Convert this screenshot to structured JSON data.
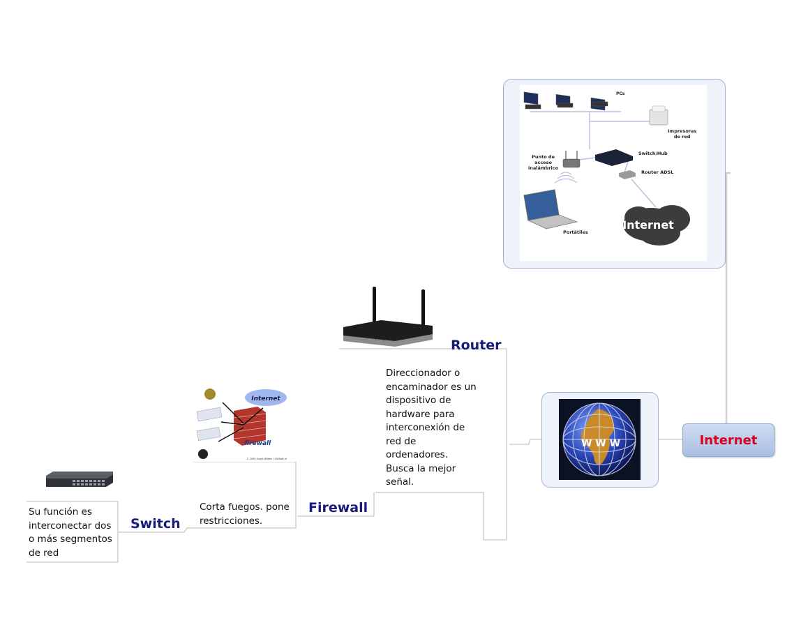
{
  "central_topic": {
    "label": "Internet"
  },
  "topics": {
    "router": {
      "label": "Router",
      "description_lines": [
        "Direccionador o",
        "encaminador es un",
        "dispositivo de",
        "hardware para",
        "interconexión de",
        "red de",
        "ordenadores.",
        "Busca la mejor",
        "señal."
      ]
    },
    "firewall": {
      "label": "Firewall",
      "description_lines": [
        "Corta fuegos. pone",
        "restricciones."
      ]
    },
    "switch": {
      "label": "Switch",
      "description_lines": [
        "Su función es",
        "interconectar dos",
        "o más segmentos",
        "de red"
      ]
    }
  },
  "network_diagram_labels": {
    "pcs": "PCs",
    "printers": [
      "Impresoras",
      "de red"
    ],
    "switch_hub": "Switch/Hub",
    "access_point": [
      "Punto de",
      "acceso",
      "inalámbrico"
    ],
    "router_adsl": "Router ADSL",
    "laptops": "Portátiles",
    "internet": "Internet"
  },
  "globe_image": {
    "text": "W W W"
  },
  "firewall_image": {
    "cloud_text": "Internet",
    "wall_text": "firewall",
    "credit": "© 2005 Geert Wilken / GWSoft.nl"
  },
  "colors": {
    "central_topic_text": "#d8001c",
    "topic_text": "#1a1a7a",
    "connector": "#c8c8c8"
  }
}
